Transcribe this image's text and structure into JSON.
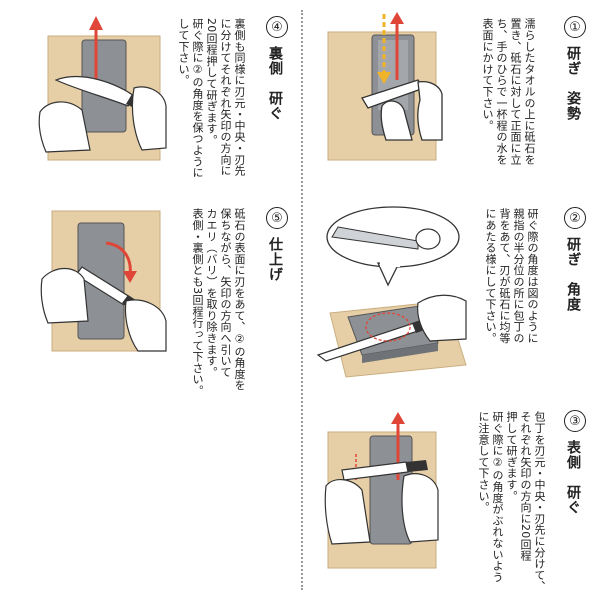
{
  "steps": [
    {
      "num": "①",
      "title": "研ぎ　姿勢",
      "lines": [
        "濡らしたタオルの上に砥石を",
        "置き、砥石に対して正面に立",
        "ち、手のひらで一杯程の水を",
        "表面にかけて下さい。"
      ]
    },
    {
      "num": "②",
      "title": "研ぎ　角度",
      "lines": [
        "研ぐ際の角度は図のように",
        "親指の半分位の所に包丁の",
        "背をあて、刃が砥石に均等",
        "にあたる様にして下さい。"
      ]
    },
    {
      "num": "③",
      "title": "表側　研ぐ",
      "lines": [
        "包丁を刃元・中央・刃先に分けて、",
        "それぞれ矢印の方向に20回程",
        "押して研ぎます。",
        "研ぐ際に②の角度がぶれないよう",
        "に注意して下さい。"
      ]
    },
    {
      "num": "④",
      "title": "裏側　研ぐ",
      "lines": [
        "裏側も同様に刃元・中央・刃先",
        "に分けてそれぞれ矢印の方向に",
        "20回程押して研ぎます。",
        "研ぐ際に②の角度を保つように",
        "して下さい。"
      ]
    },
    {
      "num": "⑤",
      "title": "仕上げ",
      "lines": [
        "砥石の表面に刃をあて、②の角度を",
        "保ちながら、矢印の方向へ引いて",
        "カエリ（バリ）を取り除きます。",
        "表側・裏側とも3回程行って下さい。"
      ]
    }
  ],
  "colors": {
    "towel": "#e6cfa6",
    "towel_edge": "#c9ad7e",
    "stone": "#8d9095",
    "stone_dark": "#6f7276",
    "arrow": "#e04638",
    "arrow_yellow": "#f0b42a",
    "skin": "#ffffff",
    "line": "#333333"
  }
}
